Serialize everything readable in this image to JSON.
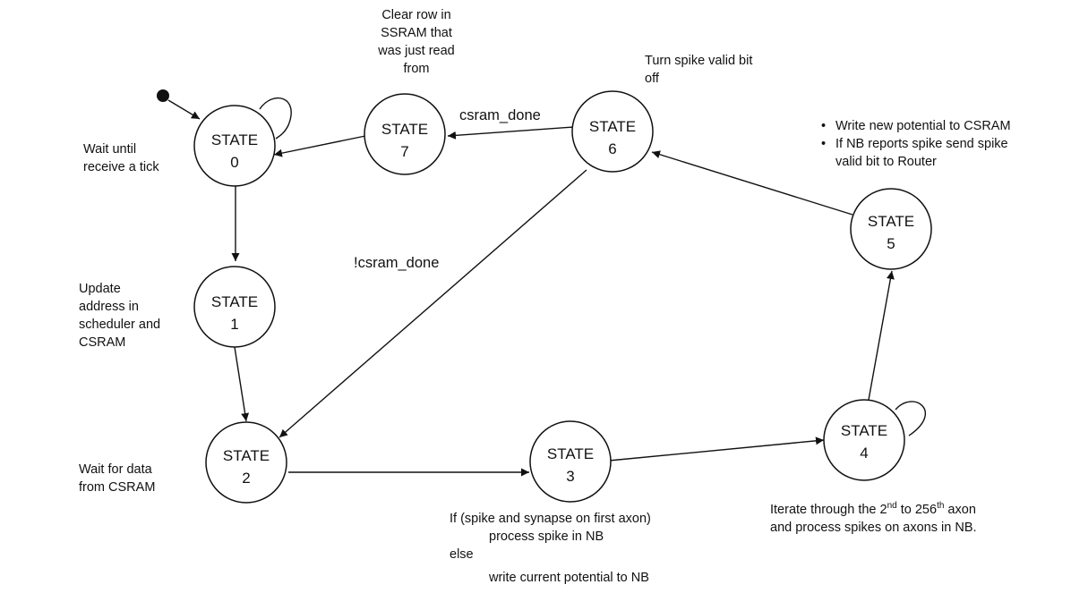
{
  "states": [
    {
      "title": "STATE",
      "number": "0"
    },
    {
      "title": "STATE",
      "number": "1"
    },
    {
      "title": "STATE",
      "number": "2"
    },
    {
      "title": "STATE",
      "number": "3"
    },
    {
      "title": "STATE",
      "number": "4"
    },
    {
      "title": "STATE",
      "number": "5"
    },
    {
      "title": "STATE",
      "number": "6"
    },
    {
      "title": "STATE",
      "number": "7"
    }
  ],
  "edges": {
    "csram_done": "csram_done",
    "not_csram_done": "!csram_done"
  },
  "notes": {
    "state0": [
      "Wait until",
      "receive a tick"
    ],
    "state1": [
      "Update",
      "address in",
      "scheduler and",
      "CSRAM"
    ],
    "state2": [
      "Wait for data",
      "from CSRAM"
    ],
    "state7": [
      "Clear row in",
      "SSRAM that",
      "was just read",
      "from"
    ],
    "state6": [
      "Turn spike valid bit",
      "off"
    ],
    "state5": [
      "Write new potential to CSRAM",
      "If NB reports spike send spike",
      "valid bit to Router"
    ],
    "state3": {
      "line1": "If (spike and synapse on first axon)",
      "line2": "process spike in NB",
      "line3": "else",
      "line4": "write current potential to NB"
    },
    "state4": {
      "pre": "Iterate through the 2",
      "sup1": "nd",
      "mid": " to 256",
      "sup2": "th",
      "post": " axon",
      "line2": "and process spikes on axons in NB."
    }
  }
}
